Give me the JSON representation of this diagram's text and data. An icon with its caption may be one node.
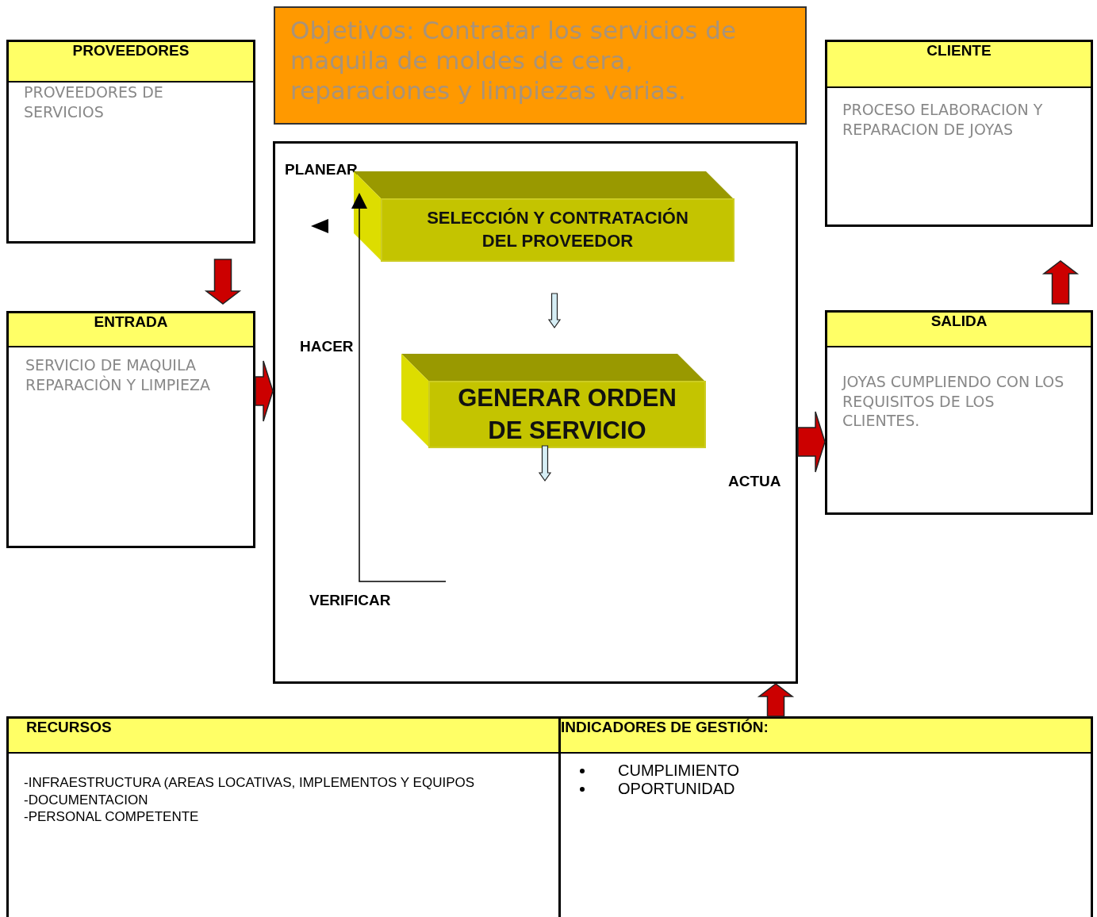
{
  "diagram": {
    "nodes": [
      {
        "text": [
          "Objetivos: Contratar los servicios de maquila de moldes de cera, reparaciones y limpiezas varias."
        ]
      },
      {
        "text": [
          "PROVEEDORES",
          "PROVEEDORES DE SERVICIOS"
        ]
      },
      {
        "text": [
          "CLIENTE",
          "PROCESO ELABORACION Y REPARACION DE JOYAS"
        ]
      },
      {
        "text": [
          "ENTRADA",
          "SERVICIO DE MAQUILA REPARACIÒN Y LIMPIEZA"
        ]
      },
      {
        "text": [
          "PLANEAR",
          "HACER",
          "VERIFICAR",
          "ACTUA"
        ]
      },
      {
        "text": [
          "SELECCIÓN Y CONTRATACIÓN DEL PROVEEDOR"
        ],
        "in": 4
      },
      {
        "text": [
          "GENERAR ORDEN DE SERVICIO"
        ],
        "in": 4
      },
      {
        "text": [
          "SALIDA",
          "JOYAS CUMPLIENDO CON LOS REQUISITOS DE LOS CLIENTES."
        ]
      },
      {
        "text": [
          "RECURSOS",
          "-INFRAESTRUCTURA (AREAS LOCATIVAS, IMPLEMENTOS Y EQUIPOS",
          "-DOCUMENTACION",
          "-PERSONAL COMPETENTE"
        ]
      },
      {
        "text": [
          "INDICADORES DE GESTIÓN:",
          "CUMPLIMIENTO",
          "OPORTUNIDAD"
        ]
      }
    ],
    "edges": [
      {
        "from": 1,
        "to": 3,
        "arrow": "to",
        "style": "thick"
      },
      {
        "from": 3,
        "to": 4,
        "arrow": "to",
        "style": "thick"
      },
      {
        "from": 5,
        "to": 6,
        "arrow": "to",
        "color": "#d6eef5"
      },
      {
        "from": 6,
        "to": null,
        "arrow": "to",
        "color": "#d6eef5"
      },
      {
        "from": 4,
        "to": 7,
        "arrow": "to",
        "style": "thick"
      },
      {
        "from": 7,
        "to": 2,
        "arrow": "to",
        "style": "thick"
      },
      {
        "from": 9,
        "to": 4,
        "arrow": "to",
        "style": "thick"
      }
    ]
  }
}
